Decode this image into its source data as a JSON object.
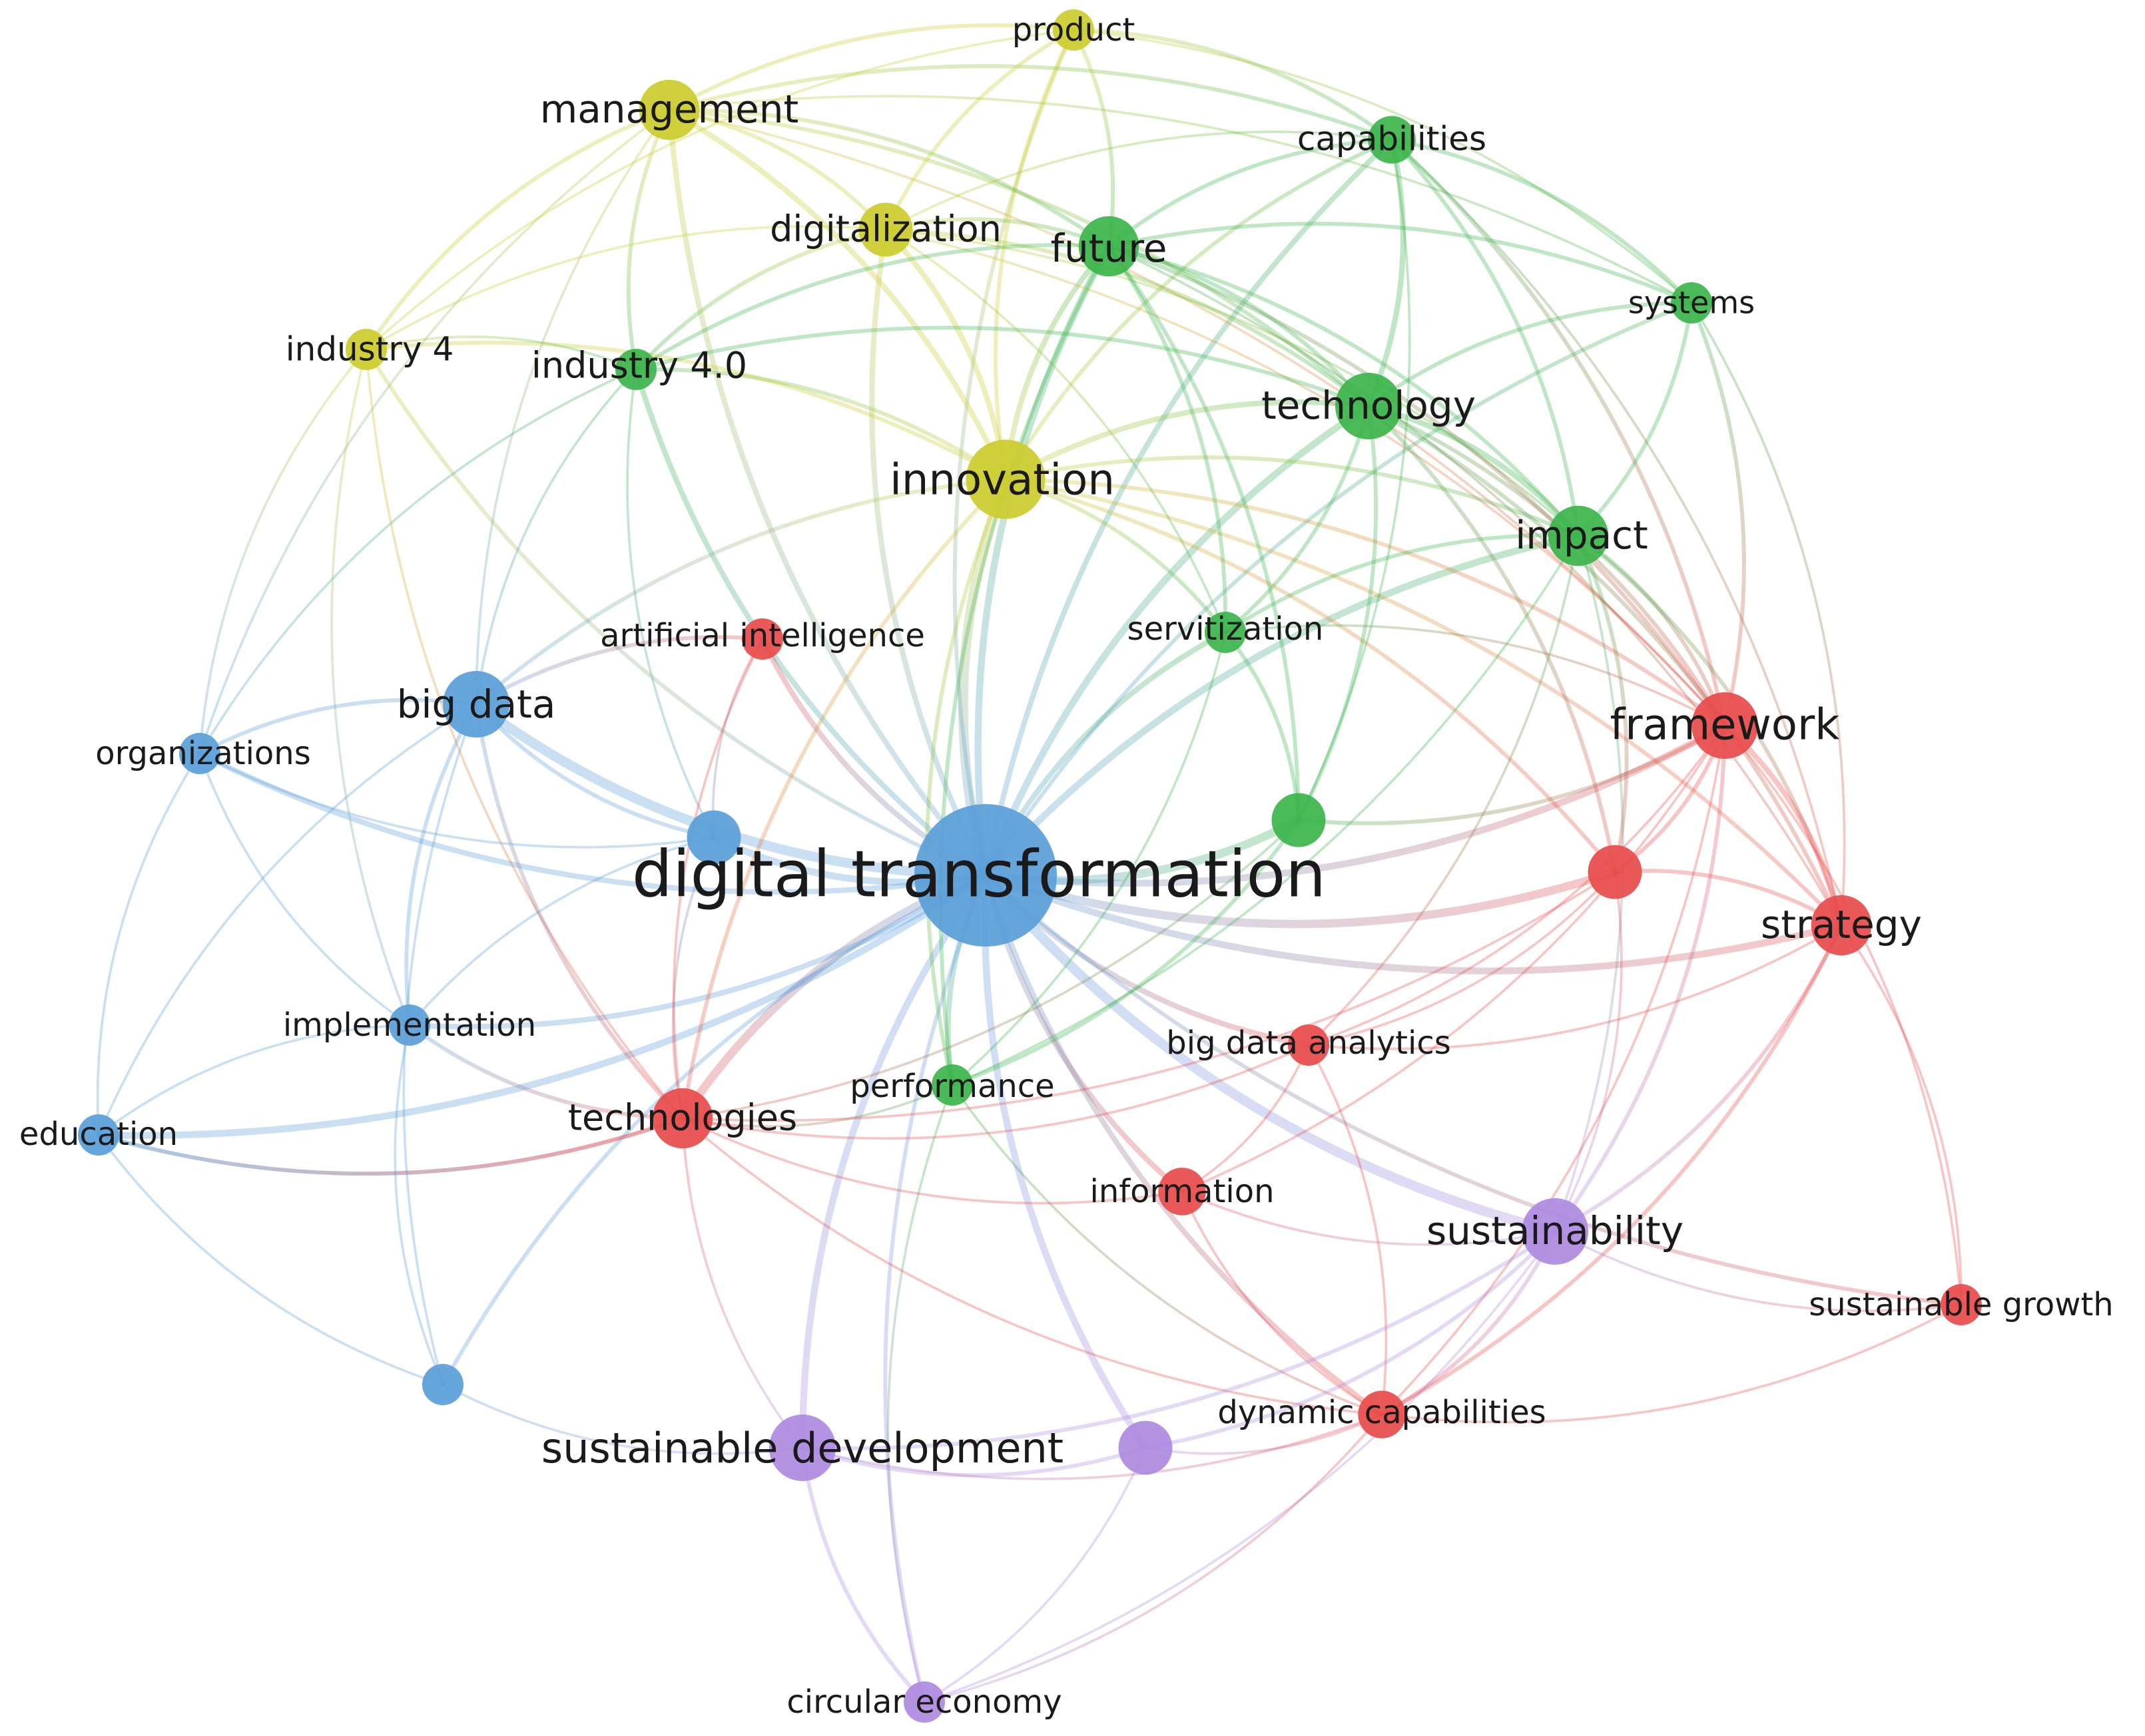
{
  "colors": {
    "red": "#e84b4b",
    "green": "#3cb44b",
    "blue": "#5a9ed8",
    "yellow": "#cccc2e",
    "purple": "#ad8ae0"
  },
  "nodes": [
    {
      "id": "digital-transformation",
      "label": "digital transformation",
      "cluster": "blue",
      "weight": 10
    },
    {
      "id": "innovation",
      "label": "innovation",
      "cluster": "yellow",
      "weight": 5
    },
    {
      "id": "management",
      "label": "management",
      "cluster": "yellow",
      "weight": 3.5
    },
    {
      "id": "product",
      "label": "product",
      "cluster": "yellow",
      "weight": 2
    },
    {
      "id": "digitalization",
      "label": "digitalization",
      "cluster": "yellow",
      "weight": 3
    },
    {
      "id": "industry-4",
      "label": "industry 4",
      "cluster": "yellow",
      "weight": 2
    },
    {
      "id": "future",
      "label": "future",
      "cluster": "green",
      "weight": 3.5
    },
    {
      "id": "capabilities",
      "label": "capabilities",
      "cluster": "green",
      "weight": 2.5
    },
    {
      "id": "systems",
      "label": "systems",
      "cluster": "green",
      "weight": 2
    },
    {
      "id": "industry-4-0",
      "label": "industry 4.0",
      "cluster": "green",
      "weight": 2
    },
    {
      "id": "technology",
      "label": "technology",
      "cluster": "green",
      "weight": 4
    },
    {
      "id": "impact",
      "label": "impact",
      "cluster": "green",
      "weight": 3.5
    },
    {
      "id": "servitization",
      "label": "servitization",
      "cluster": "green",
      "weight": 2
    },
    {
      "id": "unlabeled-green",
      "label": "",
      "cluster": "green",
      "weight": 3
    },
    {
      "id": "performance",
      "label": "performance",
      "cluster": "green",
      "weight": 2
    },
    {
      "id": "artificial-intelligence",
      "label": "artificial intelligence",
      "cluster": "red",
      "weight": 2
    },
    {
      "id": "framework",
      "label": "framework",
      "cluster": "red",
      "weight": 4
    },
    {
      "id": "unlabeled-red",
      "label": "",
      "cluster": "red",
      "weight": 3
    },
    {
      "id": "strategy",
      "label": "strategy",
      "cluster": "red",
      "weight": 3.5
    },
    {
      "id": "big-data-analytics",
      "label": "big data analytics",
      "cluster": "red",
      "weight": 2
    },
    {
      "id": "technologies",
      "label": "technologies",
      "cluster": "red",
      "weight": 3.5
    },
    {
      "id": "information",
      "label": "information",
      "cluster": "red",
      "weight": 2.5
    },
    {
      "id": "sustainable-growth",
      "label": "sustainable growth",
      "cluster": "red",
      "weight": 2
    },
    {
      "id": "dynamic-capabilities",
      "label": "dynamic capabilities",
      "cluster": "red",
      "weight": 2.5
    },
    {
      "id": "big-data",
      "label": "big data",
      "cluster": "blue",
      "weight": 4
    },
    {
      "id": "organizations",
      "label": "organizations",
      "cluster": "blue",
      "weight": 2
    },
    {
      "id": "unlabeled-blue",
      "label": "",
      "cluster": "blue",
      "weight": 3
    },
    {
      "id": "implementation",
      "label": "implementation",
      "cluster": "blue",
      "weight": 2
    },
    {
      "id": "education",
      "label": "education",
      "cluster": "blue",
      "weight": 2
    },
    {
      "id": "unlabeled-blue-2",
      "label": "",
      "cluster": "blue",
      "weight": 2
    },
    {
      "id": "sustainability",
      "label": "sustainability",
      "cluster": "purple",
      "weight": 4
    },
    {
      "id": "sustainable-development",
      "label": "sustainable development",
      "cluster": "purple",
      "weight": 4
    },
    {
      "id": "unlabeled-purple",
      "label": "",
      "cluster": "purple",
      "weight": 3
    },
    {
      "id": "circular-economy",
      "label": "circular economy",
      "cluster": "purple",
      "weight": 2
    }
  ],
  "links": [
    [
      "digital-transformation",
      "innovation",
      6
    ],
    [
      "digital-transformation",
      "big-data",
      6
    ],
    [
      "digital-transformation",
      "technologies",
      5
    ],
    [
      "digital-transformation",
      "unlabeled-red",
      5
    ],
    [
      "digital-transformation",
      "sustainability",
      6
    ],
    [
      "digital-transformation",
      "framework",
      4
    ],
    [
      "digital-transformation",
      "unlabeled-green",
      5
    ],
    [
      "digital-transformation",
      "technology",
      4
    ],
    [
      "digital-transformation",
      "future",
      4
    ],
    [
      "digital-transformation",
      "strategy",
      4
    ],
    [
      "digital-transformation",
      "impact",
      4
    ],
    [
      "digital-transformation",
      "management",
      3
    ],
    [
      "digital-transformation",
      "digitalization",
      3
    ],
    [
      "digital-transformation",
      "sustainable-development",
      4
    ],
    [
      "digital-transformation",
      "unlabeled-purple",
      4
    ],
    [
      "digital-transformation",
      "education",
      4
    ],
    [
      "digital-transformation",
      "implementation",
      3
    ],
    [
      "digital-transformation",
      "organizations",
      3
    ],
    [
      "digital-transformation",
      "unlabeled-blue",
      4
    ],
    [
      "digital-transformation",
      "information",
      3
    ],
    [
      "digital-transformation",
      "big-data-analytics",
      3
    ],
    [
      "digital-transformation",
      "performance",
      3
    ],
    [
      "digital-transformation",
      "dynamic-capabilities",
      3
    ],
    [
      "digital-transformation",
      "artificial-intelligence",
      3
    ],
    [
      "digital-transformation",
      "servitization",
      3
    ],
    [
      "digital-transformation",
      "industry-4-0",
      3
    ],
    [
      "digital-transformation",
      "industry-4",
      2
    ],
    [
      "digital-transformation",
      "capabilities",
      3
    ],
    [
      "digital-transformation",
      "systems",
      2
    ],
    [
      "digital-transformation",
      "product",
      2
    ],
    [
      "digital-transformation",
      "circular-economy",
      2
    ],
    [
      "digital-transformation",
      "sustainable-growth",
      2
    ],
    [
      "digital-transformation",
      "unlabeled-blue-2",
      2
    ],
    [
      "innovation",
      "management",
      3
    ],
    [
      "innovation",
      "digitalization",
      3
    ],
    [
      "innovation",
      "future",
      3
    ],
    [
      "innovation",
      "technology",
      3
    ],
    [
      "innovation",
      "impact",
      2
    ],
    [
      "innovation",
      "framework",
      2
    ],
    [
      "innovation",
      "strategy",
      2
    ],
    [
      "innovation",
      "big-data",
      2
    ],
    [
      "innovation",
      "industry-4-0",
      2
    ],
    [
      "innovation",
      "industry-4",
      2
    ],
    [
      "innovation",
      "product",
      2
    ],
    [
      "innovation",
      "capabilities",
      2
    ],
    [
      "innovation",
      "technologies",
      2
    ],
    [
      "innovation",
      "performance",
      2
    ],
    [
      "innovation",
      "servitization",
      2
    ],
    [
      "innovation",
      "unlabeled-red",
      2
    ],
    [
      "management",
      "digitalization",
      2
    ],
    [
      "management",
      "product",
      2
    ],
    [
      "management",
      "industry-4",
      2
    ],
    [
      "management",
      "industry-4-0",
      2
    ],
    [
      "management",
      "future",
      2
    ],
    [
      "management",
      "capabilities",
      2
    ],
    [
      "management",
      "technology",
      2
    ],
    [
      "management",
      "systems",
      1
    ],
    [
      "management",
      "framework",
      1
    ],
    [
      "management",
      "organizations",
      1
    ],
    [
      "management",
      "big-data",
      1
    ],
    [
      "product",
      "capabilities",
      2
    ],
    [
      "product",
      "future",
      2
    ],
    [
      "product",
      "systems",
      1
    ],
    [
      "product",
      "digitalization",
      2
    ],
    [
      "product",
      "industry-4",
      1
    ],
    [
      "digitalization",
      "future",
      2
    ],
    [
      "digitalization",
      "industry-4",
      1
    ],
    [
      "digitalization",
      "industry-4-0",
      2
    ],
    [
      "digitalization",
      "technology",
      2
    ],
    [
      "digitalization",
      "capabilities",
      1
    ],
    [
      "digitalization",
      "impact",
      1
    ],
    [
      "digitalization",
      "servitization",
      1
    ],
    [
      "digitalization",
      "framework",
      1
    ],
    [
      "future",
      "capabilities",
      2
    ],
    [
      "future",
      "technology",
      2
    ],
    [
      "future",
      "systems",
      2
    ],
    [
      "future",
      "impact",
      2
    ],
    [
      "future",
      "industry-4-0",
      2
    ],
    [
      "future",
      "servitization",
      2
    ],
    [
      "future",
      "performance",
      2
    ],
    [
      "future",
      "unlabeled-green",
      2
    ],
    [
      "future",
      "framework",
      2
    ],
    [
      "future",
      "strategy",
      1
    ],
    [
      "capabilities",
      "systems",
      2
    ],
    [
      "capabilities",
      "technology",
      3
    ],
    [
      "capabilities",
      "impact",
      2
    ],
    [
      "capabilities",
      "framework",
      2
    ],
    [
      "capabilities",
      "unlabeled-green",
      1
    ],
    [
      "capabilities",
      "strategy",
      1
    ],
    [
      "systems",
      "technology",
      2
    ],
    [
      "systems",
      "impact",
      2
    ],
    [
      "systems",
      "framework",
      2
    ],
    [
      "systems",
      "strategy",
      1
    ],
    [
      "technology",
      "impact",
      3
    ],
    [
      "technology",
      "framework",
      2
    ],
    [
      "technology",
      "strategy",
      2
    ],
    [
      "technology",
      "unlabeled-green",
      2
    ],
    [
      "technology",
      "servitization",
      2
    ],
    [
      "technology",
      "unlabeled-red",
      2
    ],
    [
      "technology",
      "industry-4-0",
      2
    ],
    [
      "impact",
      "framework",
      2
    ],
    [
      "impact",
      "strategy",
      2
    ],
    [
      "impact",
      "unlabeled-red",
      2
    ],
    [
      "impact",
      "servitization",
      2
    ],
    [
      "impact",
      "sustainability",
      1
    ],
    [
      "impact",
      "big-data-analytics",
      1
    ],
    [
      "impact",
      "performance",
      1
    ],
    [
      "industry-4-0",
      "big-data",
      1
    ],
    [
      "industry-4-0",
      "industry-4",
      1
    ],
    [
      "industry-4-0",
      "organizations",
      1
    ],
    [
      "industry-4-0",
      "unlabeled-blue",
      1
    ],
    [
      "industry-4",
      "organizations",
      1
    ],
    [
      "industry-4",
      "implementation",
      1
    ],
    [
      "industry-4",
      "technologies",
      1
    ],
    [
      "servitization",
      "unlabeled-green",
      2
    ],
    [
      "servitization",
      "framework",
      1
    ],
    [
      "servitization",
      "performance",
      1
    ],
    [
      "unlabeled-green",
      "performance",
      2
    ],
    [
      "unlabeled-green",
      "framework",
      2
    ],
    [
      "unlabeled-green",
      "technologies",
      1
    ],
    [
      "performance",
      "technologies",
      1
    ],
    [
      "performance",
      "circular-economy",
      1
    ],
    [
      "performance",
      "dynamic-capabilities",
      1
    ],
    [
      "artificial-intelligence",
      "big-data",
      2
    ],
    [
      "artificial-intelligence",
      "technologies",
      1
    ],
    [
      "artificial-intelligence",
      "unlabeled-blue",
      1
    ],
    [
      "framework",
      "strategy",
      3
    ],
    [
      "framework",
      "unlabeled-red",
      2
    ],
    [
      "framework",
      "sustainable-growth",
      1
    ],
    [
      "framework",
      "sustainability",
      2
    ],
    [
      "framework",
      "dynamic-capabilities",
      1
    ],
    [
      "framework",
      "big-data-analytics",
      1
    ],
    [
      "framework",
      "information",
      1
    ],
    [
      "unlabeled-red",
      "strategy",
      2
    ],
    [
      "unlabeled-red",
      "big-data-analytics",
      1
    ],
    [
      "unlabeled-red",
      "sustainability",
      1
    ],
    [
      "unlabeled-red",
      "technologies",
      1
    ],
    [
      "strategy",
      "sustainability",
      2
    ],
    [
      "strategy",
      "sustainable-growth",
      1
    ],
    [
      "strategy",
      "dynamic-capabilities",
      2
    ],
    [
      "strategy",
      "big-data-analytics",
      1
    ],
    [
      "big-data-analytics",
      "information",
      1
    ],
    [
      "big-data-analytics",
      "dynamic-capabilities",
      1
    ],
    [
      "big-data-analytics",
      "technologies",
      1
    ],
    [
      "technologies",
      "big-data",
      2
    ],
    [
      "technologies",
      "information",
      1
    ],
    [
      "technologies",
      "education",
      2
    ],
    [
      "technologies",
      "implementation",
      2
    ],
    [
      "technologies",
      "sustainable-development",
      1
    ],
    [
      "technologies",
      "dynamic-capabilities",
      1
    ],
    [
      "information",
      "sustainability",
      1
    ],
    [
      "information",
      "dynamic-capabilities",
      1
    ],
    [
      "sustainability",
      "sustainable-growth",
      1
    ],
    [
      "sustainability",
      "dynamic-capabilities",
      2
    ],
    [
      "sustainability",
      "sustainable-development",
      2
    ],
    [
      "sustainability",
      "unlabeled-purple",
      2
    ],
    [
      "sustainability",
      "circular-economy",
      1
    ],
    [
      "sustainable-development",
      "unlabeled-purple",
      2
    ],
    [
      "sustainable-development",
      "circular-economy",
      2
    ],
    [
      "sustainable-development",
      "dynamic-capabilities",
      1
    ],
    [
      "sustainable-development",
      "unlabeled-blue-2",
      1
    ],
    [
      "unlabeled-purple",
      "circular-economy",
      1
    ],
    [
      "unlabeled-purple",
      "dynamic-capabilities",
      1
    ],
    [
      "circular-economy",
      "dynamic-capabilities",
      1
    ],
    [
      "dynamic-capabilities",
      "sustainable-growth",
      1
    ],
    [
      "big-data",
      "organizations",
      2
    ],
    [
      "big-data",
      "unlabeled-blue",
      2
    ],
    [
      "big-data",
      "implementation",
      2
    ],
    [
      "big-data",
      "education",
      1
    ],
    [
      "big-data",
      "unlabeled-blue-2",
      1
    ],
    [
      "organizations",
      "implementation",
      1
    ],
    [
      "organizations",
      "education",
      1
    ],
    [
      "organizations",
      "unlabeled-blue",
      1
    ],
    [
      "implementation",
      "education",
      1
    ],
    [
      "implementation",
      "unlabeled-blue-2",
      1
    ],
    [
      "implementation",
      "unlabeled-blue",
      1
    ],
    [
      "education",
      "unlabeled-blue-2",
      1
    ],
    [
      "education",
      "technologies",
      2
    ],
    [
      "unlabeled-blue",
      "technologies",
      1
    ]
  ]
}
